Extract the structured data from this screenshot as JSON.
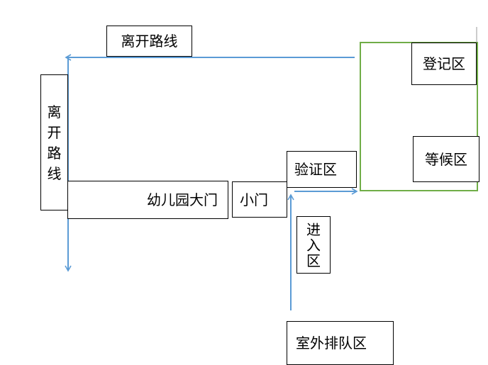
{
  "labels": {
    "exit_route_top": "离开路线",
    "exit_route_side": [
      "离",
      "开",
      "路",
      "线"
    ],
    "registration": "登记区",
    "waiting": "等候区",
    "verification": "验证区",
    "kindergarten_gate": "幼儿园大门",
    "small_gate": "小门",
    "entry_zone": [
      "进",
      "入",
      "区"
    ],
    "outdoor_queue": "室外排队区"
  },
  "colors": {
    "arrow": "#5b9bd5",
    "green_border": "#70ad47",
    "box_border": "#000000"
  }
}
